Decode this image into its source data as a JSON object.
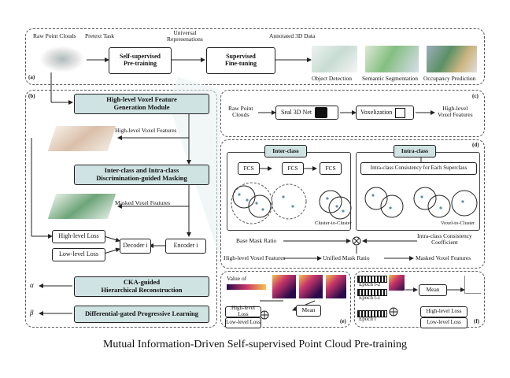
{
  "panel_a": {
    "label": "(a)",
    "raw_point_clouds": "Raw Point Clouds",
    "pretext_task": "Pretext Task",
    "universal_representations": "Universal\nRepresenations",
    "annotated_3d_data": "Annotated 3D Data",
    "self_supervised": "Self-supervised\nPre-training",
    "supervised": "Supervised\nFine-tuning",
    "object_detection": "Object Detection",
    "semantic_segmentation": "Semantic Segmentation",
    "occupancy_prediction": "Occupancy Prediction"
  },
  "panel_b": {
    "label": "(b)",
    "module1": "High-level Voxel Feature\nGeneration Module",
    "high_level_voxel_features": "High-level Voxel Features",
    "module2": "Inter-class and Intra-class\nDiscrimination-guided Masking",
    "masked_voxel_features": "Masked Voxel Features",
    "high_level_loss": "High-level Loss",
    "low_level_loss": "Low-level Loss",
    "decoder": "Decoder i",
    "encoder": "Encoder i",
    "module3": "CKA-guided\nHierarchical Reconstruction",
    "module4": "Differential-gated Progressive Learning",
    "alpha": "α",
    "beta": "β"
  },
  "panel_c": {
    "label": "(c)",
    "raw_point_clouds": "Raw Point\nClouds",
    "seal_net": "Seal 3D Net",
    "voxelization": "Voxelization",
    "output": "High-level\nVoxel Features"
  },
  "panel_d": {
    "label": "(d)",
    "inter_class": "Inter-class",
    "intra_class": "Intra-class",
    "fcs": "FCS",
    "intra_consistency": "Intra-class Consistency for Each Superclass",
    "cluster_to_cluster": "Cluster-to-Cluster",
    "voxel_to_cluster": "Voxel-to-Cluster",
    "base_mask_ratio": "Base Mask Ratio",
    "intra_coef": "Intra-class Consistency\nCoefficient",
    "high_level_voxel_features": "High-level Voxel Features",
    "unified_mask_ratio": "Unified Mask Ratio",
    "masked_voxel_features": "Masked Voxel Features"
  },
  "panel_e": {
    "label": "(e)",
    "value_of": "Value of",
    "mean": "Mean",
    "high_level_loss": "High-level Loss",
    "low_level_loss": "Low-level Loss"
  },
  "panel_f": {
    "label": "(f)",
    "epoch_t2": "Epoch t-2",
    "epoch_t1": "Epoch t-1",
    "epoch_t": "Epoch t",
    "mean": "Mean",
    "high_level_loss": "High-level Loss",
    "low_level_loss": "Low-level Loss"
  },
  "caption": "Mutual Information-Driven Self-supervised Point Cloud Pre-training",
  "colors": {
    "module_fill": "#cfe3e3",
    "heat_dark": "#2a0a4a",
    "heat_mid": "#c8366b",
    "heat_light": "#f6c34a"
  }
}
